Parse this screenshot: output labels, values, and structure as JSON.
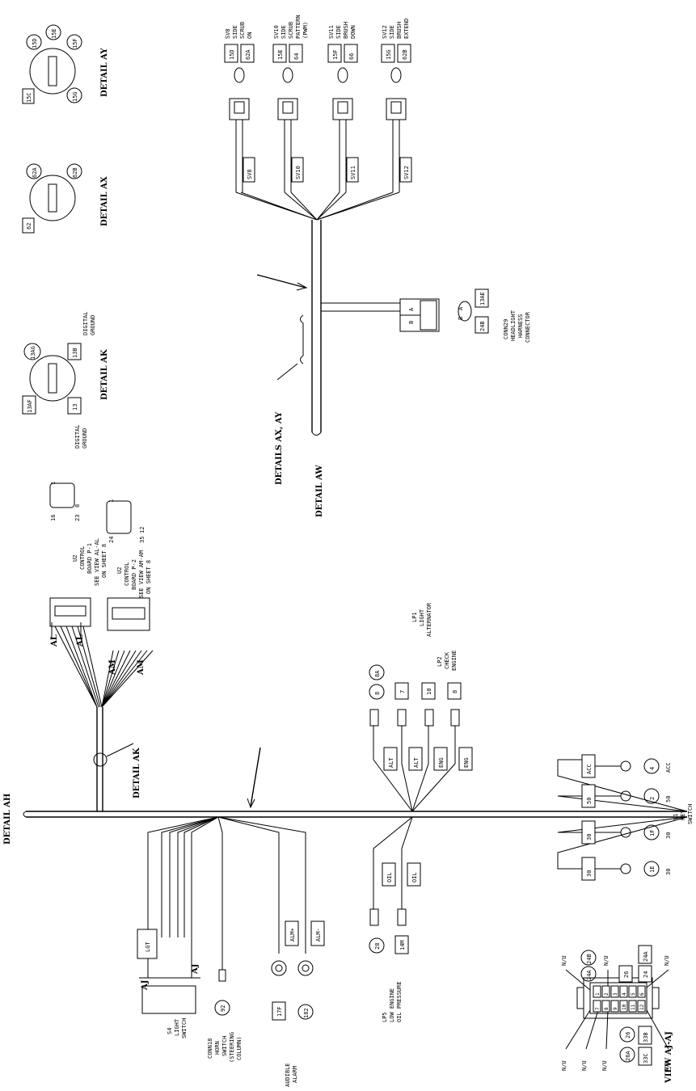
{
  "details": {
    "ah": "DETAIL AH",
    "ak": "DETAIL AK",
    "ax": "DETAIL AX",
    "ay": "DETAIL AY",
    "aw": "DETAIL AW",
    "ax_ay_ref": "DETAILS AX, AY",
    "ak_ref": "DETAIL AK",
    "view_aj": "VIEW AJ-AJ"
  },
  "detail_ay": {
    "c15d": "15D",
    "c15e": "15E",
    "c15f": "15F",
    "c15c": "15C",
    "c15g": "15G"
  },
  "detail_ax": {
    "c62a": "62A",
    "c62b": "62B",
    "c62": "62"
  },
  "detail_ak": {
    "c13ag": "13AG",
    "c13b": "13B",
    "c13af": "13AF",
    "c13": "13",
    "dg1a": "DIGITAL",
    "dg1b": "GROUND",
    "dg2a": "DIGITAL",
    "dg2b": "GROUND"
  },
  "u2p1": {
    "l1": "U2",
    "l2": "CONTROL",
    "l3": "BOARD P-1",
    "l4": "SEE VIEW AL-AL",
    "l5": "ON SHEET 8",
    "p1": "1",
    "p8": "8",
    "p16": "16",
    "p23": "23"
  },
  "u2p2": {
    "l1": "U2",
    "l2": "CONTROL",
    "l3": "BOARD P-2",
    "l4": "SEE VIEW AM-AM",
    "l5": "ON SHEET 8",
    "p1": "1",
    "p12": "12",
    "p24": "24",
    "p35": "35"
  },
  "section": {
    "al": "AL",
    "am": "AM",
    "aj": "AJ"
  },
  "solenoids": [
    {
      "n1": "SV8",
      "n2": "SIDE",
      "n3": "SCRUB",
      "n4": "ON",
      "a": "15D",
      "b": "62A",
      "tag": "SV8"
    },
    {
      "n1": "SV10",
      "n2": "SIDE",
      "n3": "SCRUB",
      "n4": "PATTERN",
      "n5": "(PWM)",
      "a": "15E",
      "b": "64",
      "tag": "SV10"
    },
    {
      "n1": "SV11",
      "n2": "SIDE",
      "n3": "BRUSH",
      "n4": "DOWN",
      "a": "15F",
      "b": "66",
      "tag": "SV11"
    },
    {
      "n1": "SV12",
      "n2": "SIDE",
      "n3": "BRUSH",
      "n4": "EXTEND",
      "a": "15G",
      "b": "62B",
      "tag": "SV12"
    }
  ],
  "conn29": {
    "l1": "CONN29",
    "l2": "HEADLIGHT",
    "l3": "HARNESS",
    "l4": "CONNECTOR",
    "a": "A",
    "b": "B",
    "w1": "13AE",
    "w2": "24B",
    "pa": "A",
    "pb": "B"
  },
  "lamps": {
    "lp1a": "LP1",
    "lp1b": "LIGHT",
    "lp1c": "ALTERNATOR",
    "lp2a": "LP2",
    "lp2b": "CHECK",
    "lp2c": "ENGINE",
    "w8": "8",
    "w8a": "8A",
    "w7": "7",
    "w10": "10",
    "w8b": "8",
    "alt1": "ALT",
    "alt2": "ALT",
    "eng1": "ENG",
    "eng2": "ENG"
  },
  "keyswitch": {
    "l1": "S1",
    "l2": "KEY",
    "l3": "SWITCH",
    "tags": [
      "ACC",
      "50",
      "30",
      "30"
    ],
    "wires": [
      "4",
      "2",
      "1F",
      "1E"
    ],
    "terms": [
      "ACC",
      "50",
      "30",
      "30"
    ]
  },
  "oil": {
    "l1": "LP5",
    "l2": "LOW ENGINE",
    "l3": "OIL PRESSURE",
    "tag1": "OIL",
    "tag2": "OIL",
    "w1": "28",
    "w2": "14M"
  },
  "lightsw": {
    "l1": "S4",
    "l2": "LIGHT",
    "l3": "SWITCH",
    "tag": "LGT"
  },
  "horn": {
    "l1": "CONN18",
    "l2": "HORN",
    "l3": "SWITCH",
    "l4": "(STEERING",
    "l5": "COLUMN)",
    "w": "92"
  },
  "alarm": {
    "l1": "AUDIBLE",
    "l2": "ALARM",
    "tag1": "ALM+",
    "tag2": "ALM-",
    "w1": "17F",
    "w2": "182"
  },
  "viewaj": {
    "nu": "N/U",
    "w24b": "24B",
    "w24a_c": "24A",
    "w26a": "26",
    "w24": "24",
    "w24a": "24A",
    "w26b": "26",
    "w26a2": "26A",
    "w33c": "33C",
    "w33b": "33B",
    "pins": [
      "1",
      "2",
      "3",
      "4",
      "5",
      "6",
      "7",
      "8",
      "9",
      "10",
      "11",
      "12"
    ]
  }
}
